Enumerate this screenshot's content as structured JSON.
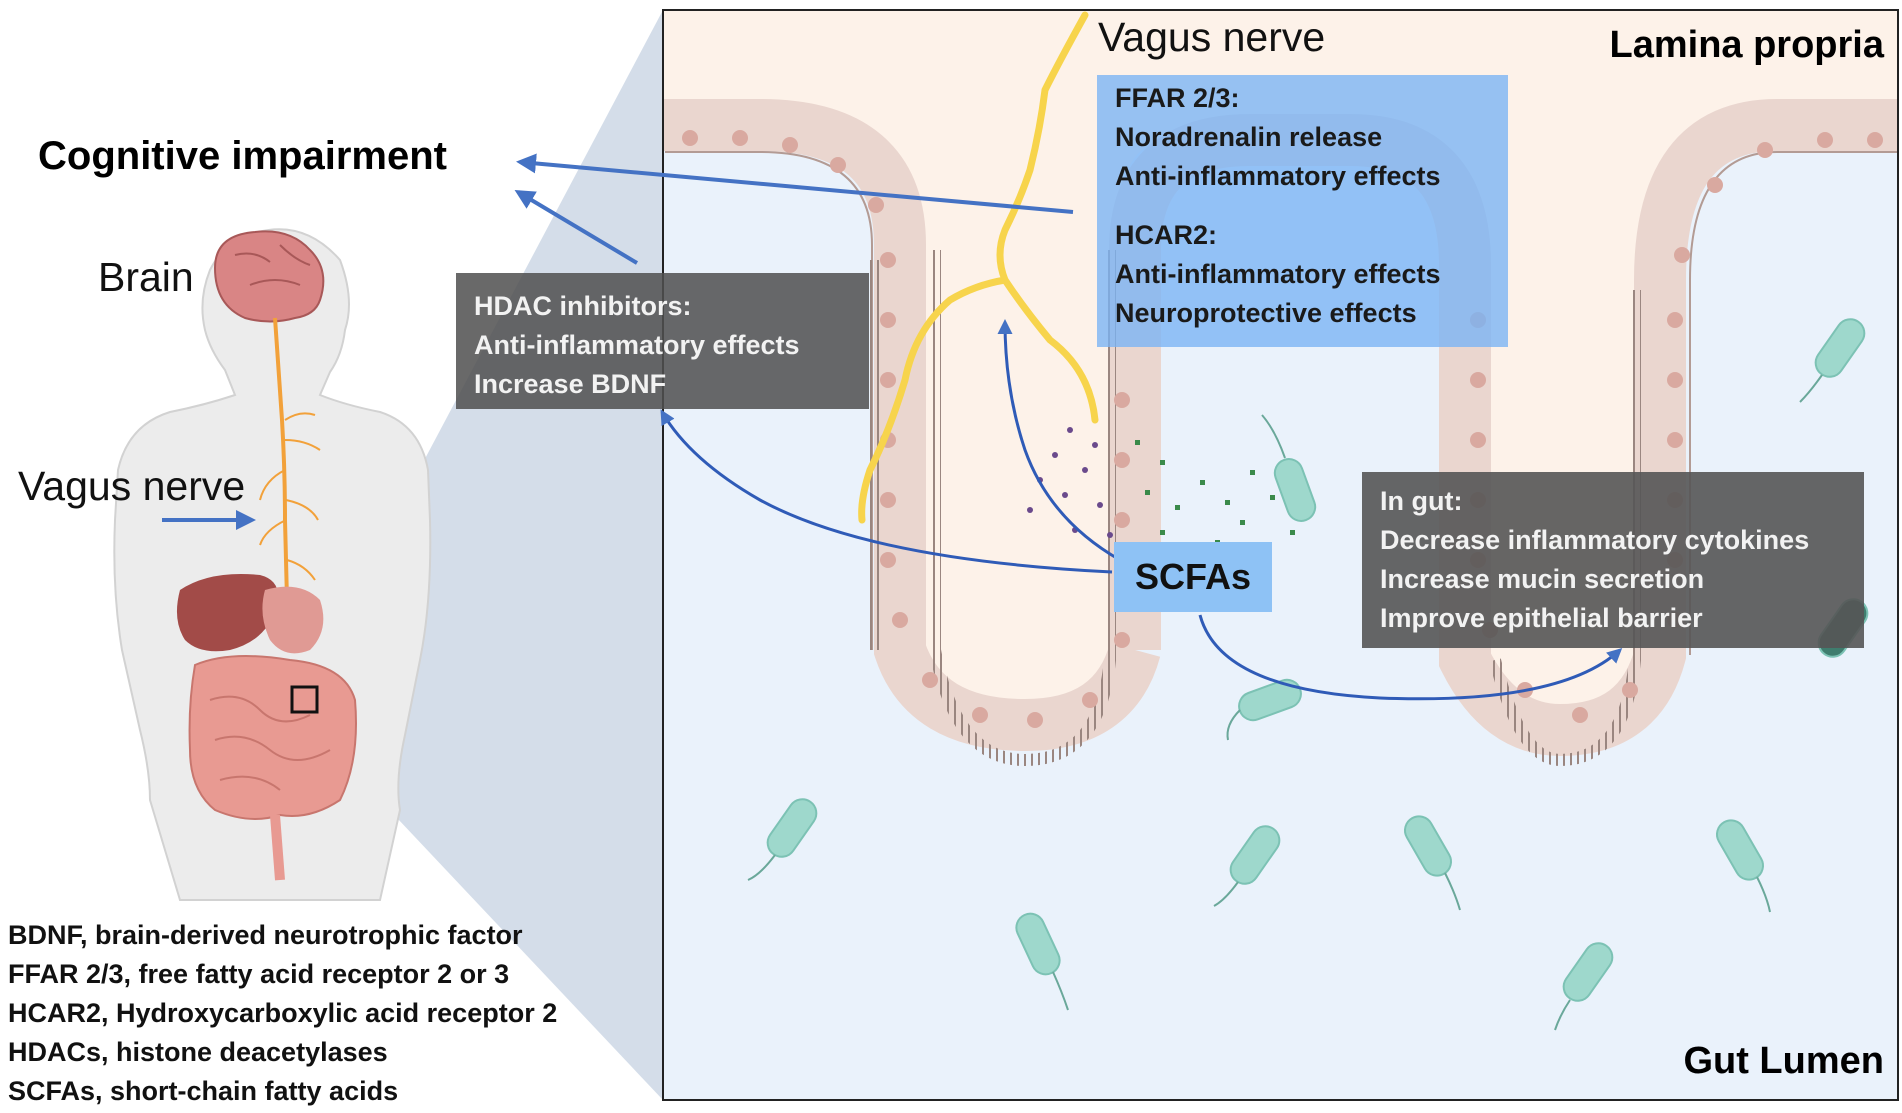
{
  "title": "Cognitive impairment",
  "labels": {
    "brain": "Brain",
    "vagus_nerve_body": "Vagus nerve",
    "vagus_nerve_gut": "Vagus nerve",
    "lamina_propria": "Lamina propria",
    "gut_lumen": "Gut Lumen"
  },
  "ffar_box": {
    "ffar_heading": "FFAR 2/3:",
    "ffar_effect_1": "Noradrenalin release",
    "ffar_effect_2": "Anti-inflammatory effects",
    "hcar_heading": "HCAR2:",
    "hcar_effect_1": "Anti-inflammatory effects",
    "hcar_effect_2": "Neuroprotective effects"
  },
  "hdac_box": {
    "heading": "HDAC inhibitors:",
    "effect_1": "Anti-inflammatory effects",
    "effect_2": "Increase BDNF"
  },
  "gut_box": {
    "heading": "In gut:",
    "effect_1": "Decrease inflammatory cytokines",
    "effect_2": "Increase mucin secretion",
    "effect_3": "Improve epithelial barrier"
  },
  "scfa_label": "SCFAs",
  "abbreviations": [
    "BDNF, brain-derived neurotrophic factor",
    "FFAR 2/3, free fatty acid receptor 2 or 3",
    "HCAR2, Hydroxycarboxylic acid receptor 2",
    "HDACs, histone deacetylases",
    "SCFAs, short-chain fatty acids"
  ],
  "colors": {
    "arrow": "#4472c4",
    "ffar_box": "#78b4f5",
    "scfa_box": "#8ec2f5",
    "dark_box": "#555555",
    "lamina_bg": "#fdf2e9",
    "lumen_bg": "#eaf2fb",
    "epithelium": "#ead6cf",
    "nerve": "#f7d44c",
    "bacteria": "#9ed8cc"
  }
}
